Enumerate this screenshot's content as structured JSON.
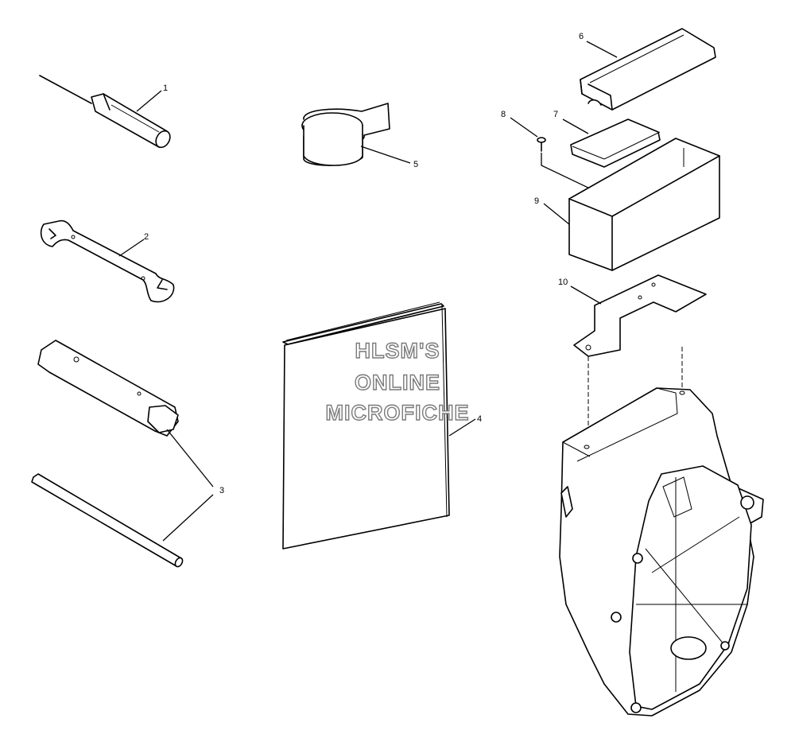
{
  "callouts": [
    {
      "id": "1"
    },
    {
      "id": "2"
    },
    {
      "id": "3"
    },
    {
      "id": "4"
    },
    {
      "id": "5"
    },
    {
      "id": "6"
    },
    {
      "id": "7"
    },
    {
      "id": "8"
    },
    {
      "id": "9"
    },
    {
      "id": "10"
    }
  ],
  "watermark": {
    "line1": "HLSM'S",
    "line2": "ONLINE",
    "line3": "MICROFICHE"
  }
}
